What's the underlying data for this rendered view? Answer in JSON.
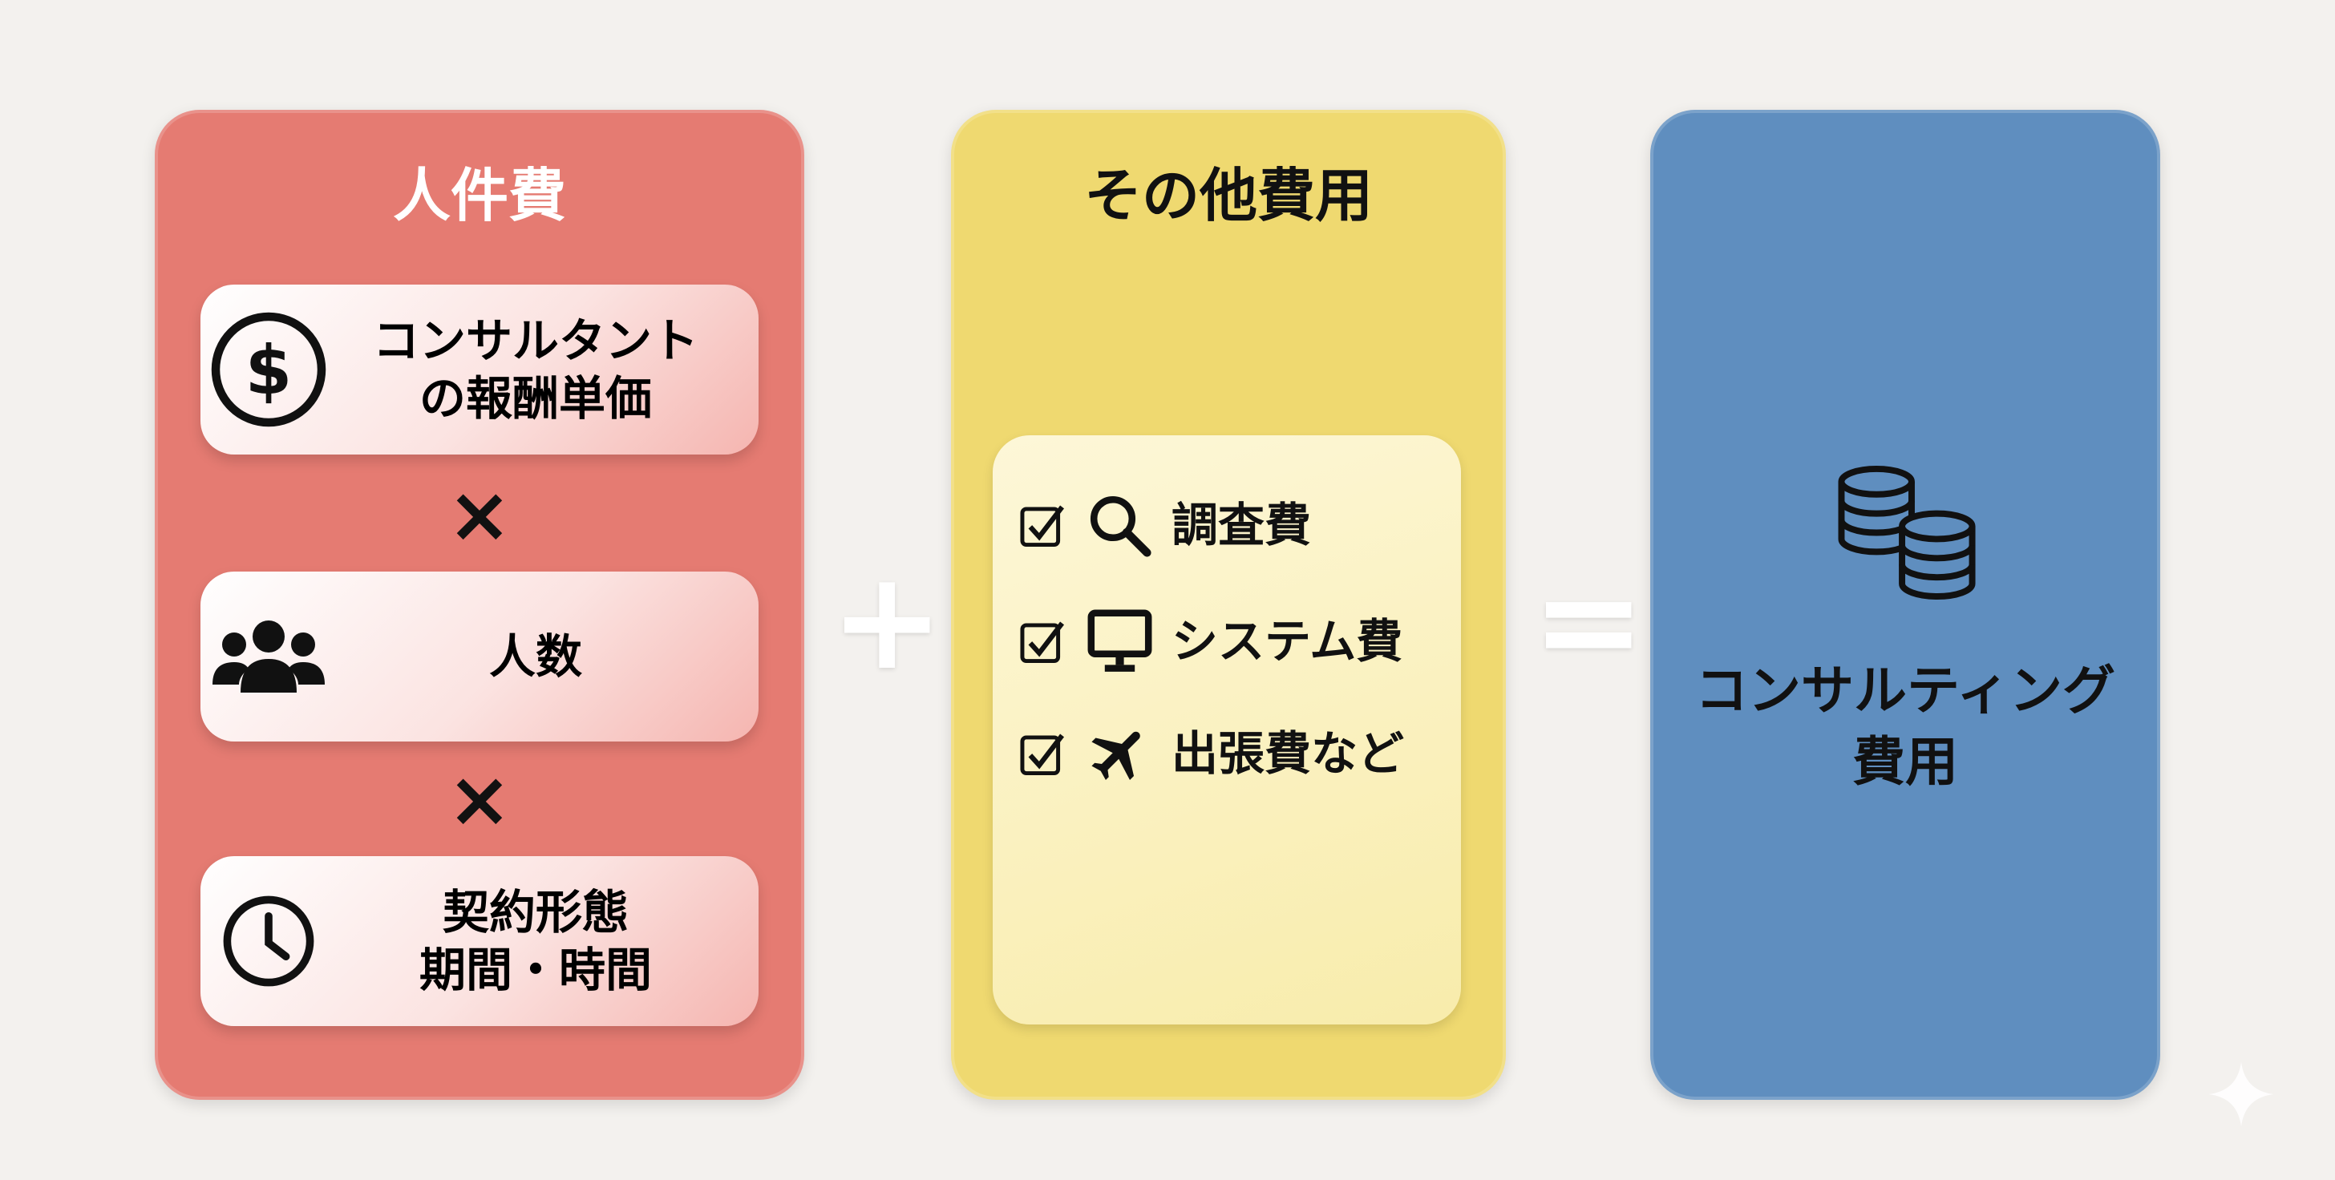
{
  "labor": {
    "title": "人件費",
    "items": [
      {
        "icon": "dollar-coin-icon",
        "label": "コンサルタント\nの報酬単価"
      },
      {
        "icon": "people-icon",
        "label": "人数"
      },
      {
        "icon": "clock-icon",
        "label": "契約形態\n期間・時間"
      }
    ],
    "operator": "×"
  },
  "plus": "+",
  "other": {
    "title": "その他費用",
    "items": [
      {
        "icon": "magnifier-icon",
        "label": "調査費",
        "checked": true
      },
      {
        "icon": "monitor-icon",
        "label": "システム費",
        "checked": true
      },
      {
        "icon": "airplane-icon",
        "label": "出張費など",
        "checked": true
      }
    ]
  },
  "equals": "=",
  "result": {
    "icon": "coin-stacks-icon",
    "label": "コンサルティング\n費用"
  },
  "colors": {
    "labor": "#e57b72",
    "other": "#efd970",
    "result": "#5f8ebf",
    "background": "#f3f1ee"
  }
}
